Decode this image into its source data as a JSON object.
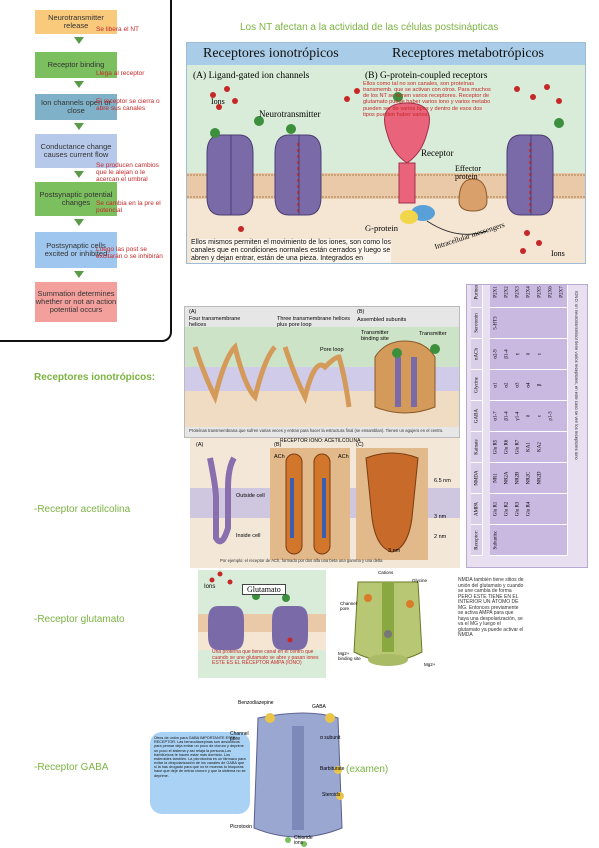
{
  "heading": "Los NT afectan a la actividad de las células postsinápticas",
  "flow": [
    {
      "label": "Neurotransmitter release",
      "color": "#f9c97c",
      "note": "Se libera el NT"
    },
    {
      "label": "Receptor binding",
      "color": "#7bbf5e",
      "note": "Llega al receptor"
    },
    {
      "label": "Ion channels open or close",
      "color": "#7fb2c9",
      "note": "El receptor se cierra o abre sus canales"
    },
    {
      "label": "Conductance change causes current flow",
      "color": "#b7c9ea",
      "note": "Se producen cambios que le alejan o le acercan el umbral"
    },
    {
      "label": "Postsynaptic potential changes",
      "color": "#7bbf5e",
      "note": "Se cambia en la pre el potencial"
    },
    {
      "label": "Postsynaptic cells excited or inhibited",
      "color": "#9fc6ef",
      "note": "Luego las post se excitarán o se inhibirán"
    },
    {
      "label": "Summation determines whether or not an action potential occurs",
      "color": "#f3a09c",
      "note": ""
    }
  ],
  "topfig": {
    "title_left": "Receptores ionotrópicos",
    "title_right": "Receptores metabotrópicos",
    "panel_a": "(A)  Ligand-gated ion channels",
    "panel_b": "(B)  G-protein-coupled receptors",
    "ions": "Ions",
    "nt": "Neurotransmitter",
    "receptor": "Receptor",
    "effector": "Effector protein",
    "gprotein": "G-protein",
    "messengers": "Intracellular messengers",
    "ions2": "Ions",
    "note_left": "Ellos mismos permiten el movimiento de los iones, son como los canales que en condiciones normales están cerrados y luego se abren y dejan entrar, están de una pieza. Integrados en membrana.",
    "note_right": "Ellos como tal no son canales, son proteínas transmemb. que se activan con otros. Para muchos de los NT se tienen varios receptores. Receptor de glutamato puede haber varios iono y varios metabo pueden ser de varios tipos y dentro de esos dos tipos pueden haber varios."
  },
  "labels": {
    "iono": "Receptores ionotrópicos:",
    "ach": "-Receptor acetilcolina",
    "glu": "-Receptor glutamato",
    "gaba": "-Receptor GABA",
    "exam": "(examen)"
  },
  "midfig": {
    "a": "(A)",
    "a_title": "Four transmembrane helices",
    "b_title": "Three transmembrane helices plus pore loop",
    "pore": "Pore loop",
    "c": "(B)",
    "c_title": "Assembled subunits",
    "binding": "Transmitter binding site",
    "transmitter": "Transmitter",
    "caption": "Proteínas transmembrana que sufren varias veces y entran para hacer la estructura final (se ensamblan). Tienen un agujero en el centro."
  },
  "achfig": {
    "header": "RECEPTOR IONO: ACETILCOLINA",
    "a": "(A)",
    "b": "(B)",
    "c": "(C)",
    "ach1": "ACh",
    "ach2": "ACh",
    "outside": "Outside cell",
    "inside": "Inside cell",
    "d1": "6.5 nm",
    "d2": "3 nm",
    "d3": "2 nm",
    "d4": "3 nm",
    "caption": "Por ejemplo: el receptor de ACh, formado por dos alfa una beta una gamma y una delta"
  },
  "table": {
    "rows": [
      [
        "Receptor:",
        "AMPA",
        "NMDA",
        "Kainate",
        "GABA",
        "Glycine",
        "nACh",
        "Serotonin",
        "Purines"
      ],
      [
        "Subunits:",
        "Glu R1",
        "NR1",
        "Glu R5",
        "α1-7",
        "α1",
        "α2-9",
        "5-HT3",
        "P2X1"
      ],
      [
        "",
        "Glu R2",
        "NR2A",
        "Glu R6",
        "β1-4",
        "α2",
        "β1-4",
        "",
        "P2X2"
      ],
      [
        "",
        "Glu R3",
        "NR2B",
        "Glu R7",
        "γ1-4",
        "α3",
        "γ",
        "",
        "P2X3"
      ],
      [
        "",
        "Glu R4",
        "NR2C",
        "KA1",
        "δ",
        "α4",
        "δ",
        "",
        "P2X4"
      ],
      [
        "",
        "",
        "NR2D",
        "KA2",
        "ε",
        "β",
        "ε",
        "",
        "P2X5"
      ],
      [
        "",
        "",
        "",
        "",
        "ρ1-3",
        "",
        "",
        "",
        "P2X6"
      ],
      [
        "",
        "",
        "",
        "",
        "",
        "",
        "",
        "",
        "P2X7"
      ]
    ],
    "side_note": "IONO: un neurotransmisor tiene varios receptores, en este caso se ven los receptores iono"
  },
  "glufig": {
    "title": "Glutamato",
    "ions": "Ions",
    "caption": "Una proteína que tiene canal en el centro que cuando se une glutamato se abre y pasan iones ESTE ES EL RECEPTOR AMPA (IONO)"
  },
  "nmdafig": {
    "top": "Cations",
    "glycine": "Glycine",
    "channel": "Channel pore",
    "mg": "Mg2+",
    "mgsite": "Mg2+ binding site",
    "note": "NMDA también tiene sitios de unión del glutamato y cuando se une cambia de forma PERO ESTE TIENE EN EL INTERIOR UN ÁTOMO DE MG. Entonces previamente se activa AMPA para que haya una despolarización, se va el MG y luego el glutamato ya puede activar el NMDA"
  },
  "gabafig": {
    "benz": "Benzodiazepine",
    "gaba": "GABA",
    "channel": "Channel pore",
    "alpha": "α subunit",
    "barb": "Barbiturate",
    "steroids": "Steroids",
    "picro": "Picrotoxin",
    "chloride": "Chloride ions",
    "note": "Otros de unión para GABA IMPORTANTE ESTE RECEPTOR. Las benzodiacepinas son ansiolíticos para pensar deja entrar un poco de cloruro y deprime un poco el sistema y así relaja la persona,Los barbitúricos te hacen estar más dormido. Los esteroides también. La picrotoxina es un fármaco para evitar la despolarización de los canales de GABA que si la has drogado para que no te muevas tu bloqueas hace que deje de entrar cloruro y que la sistema no se deprime."
  },
  "colors": {
    "membrane": "#e9c9a8",
    "receptor": "#7b6aa8",
    "green": "#7cb342",
    "red": "#c62828",
    "bg_cyto": "#f5e6d3",
    "bg_extra": "#dbeadf"
  }
}
